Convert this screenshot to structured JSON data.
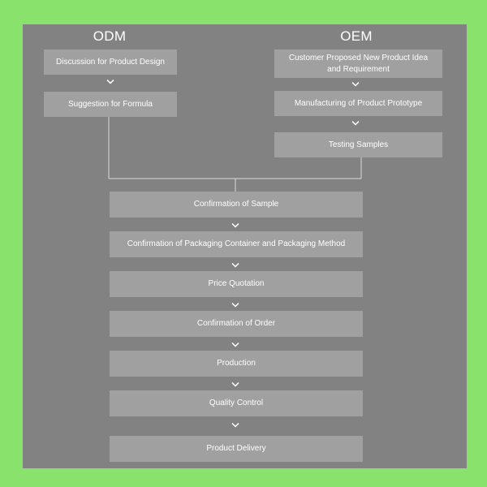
{
  "headings": {
    "odm": "ODM",
    "oem": "OEM"
  },
  "odm_steps": [
    "Discussion for Product Design",
    "Suggestion for Formula"
  ],
  "oem_steps": [
    "Customer Proposed New Product Idea and Requirement",
    "Manufacturing of Product Prototype",
    "Testing Samples"
  ],
  "common_steps": [
    "Confirmation of Sample",
    "Confirmation of Packaging Container and Packaging Method",
    "Price Quotation",
    "Confirmation of Order",
    "Production",
    "Quality Control",
    "Product Delivery"
  ],
  "colors": {
    "frame": "#88e26b",
    "panel": "#828282",
    "box": "#a0a0a0",
    "text": "#ffffff",
    "connector": "#d9d9d9"
  }
}
